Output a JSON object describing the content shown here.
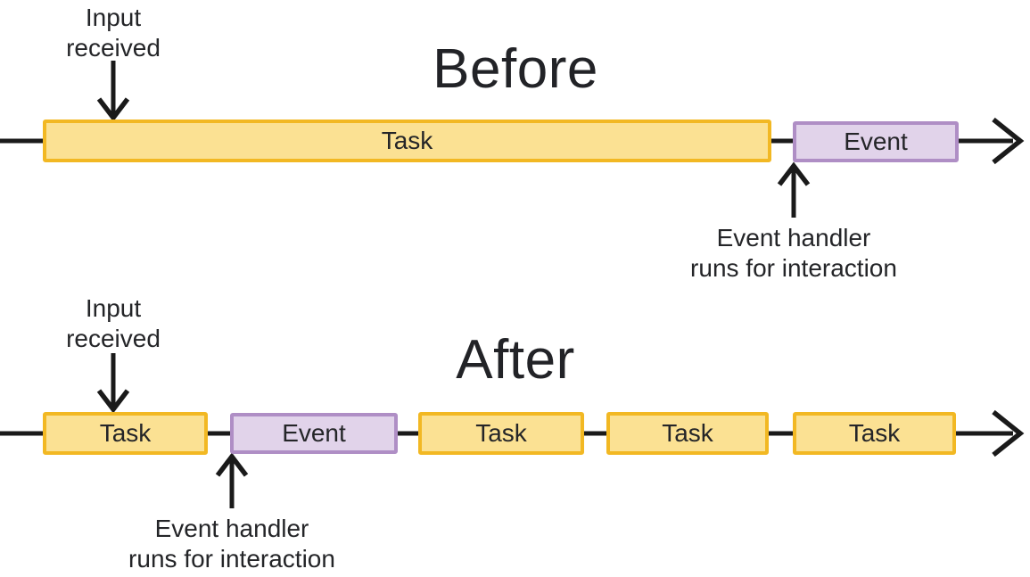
{
  "diagram": {
    "description": "Main-thread task scheduling before and after yielding: long task delays event handler vs. broken-up tasks let event handler run sooner",
    "colors": {
      "task_fill": "#fbe193",
      "task_border": "#f2b823",
      "event_fill": "#e1d3ea",
      "event_border": "#af8ec5",
      "line": "#1a1a1a",
      "text": "#242528"
    }
  },
  "before": {
    "title": "Before",
    "input_label": "Input\nreceived",
    "handler_label": "Event handler\nruns for interaction",
    "bars": [
      {
        "label": "Task",
        "type": "task"
      },
      {
        "label": "Event",
        "type": "event"
      }
    ]
  },
  "after": {
    "title": "After",
    "input_label": "Input\nreceived",
    "handler_label": "Event handler\nruns for interaction",
    "bars": [
      {
        "label": "Task",
        "type": "task"
      },
      {
        "label": "Event",
        "type": "event"
      },
      {
        "label": "Task",
        "type": "task"
      },
      {
        "label": "Task",
        "type": "task"
      },
      {
        "label": "Task",
        "type": "task"
      }
    ]
  }
}
